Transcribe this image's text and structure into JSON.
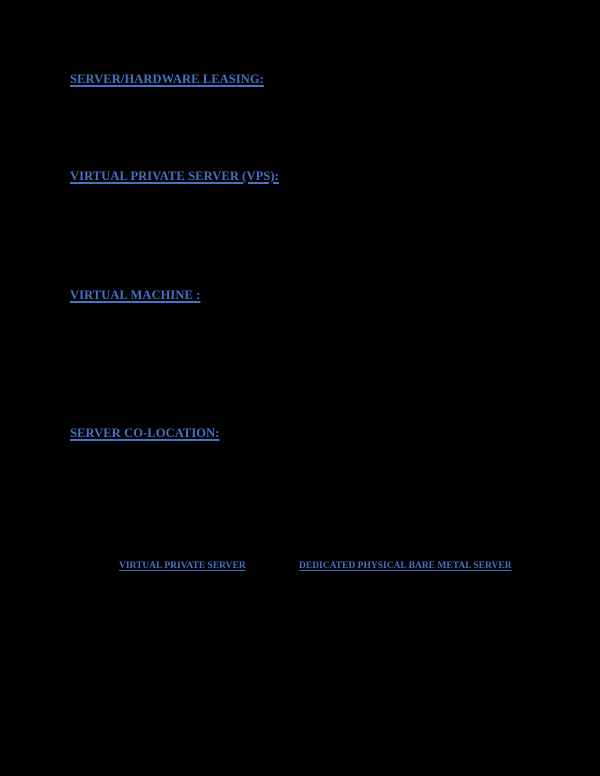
{
  "colors": {
    "background": "#000000",
    "link": "#4472C4"
  },
  "sections": [
    {
      "heading": "SERVER/HARDWARE LEASING:"
    },
    {
      "heading": "VIRTUAL PRIVATE SERVER (VPS):"
    },
    {
      "heading": "VIRTUAL MACHINE :"
    },
    {
      "heading": "SERVER CO-LOCATION:"
    }
  ],
  "links": [
    {
      "label": "VIRTUAL PRIVATE SERVER"
    },
    {
      "label": "DEDICATED PHYSICAL BARE METAL SERVER"
    }
  ]
}
